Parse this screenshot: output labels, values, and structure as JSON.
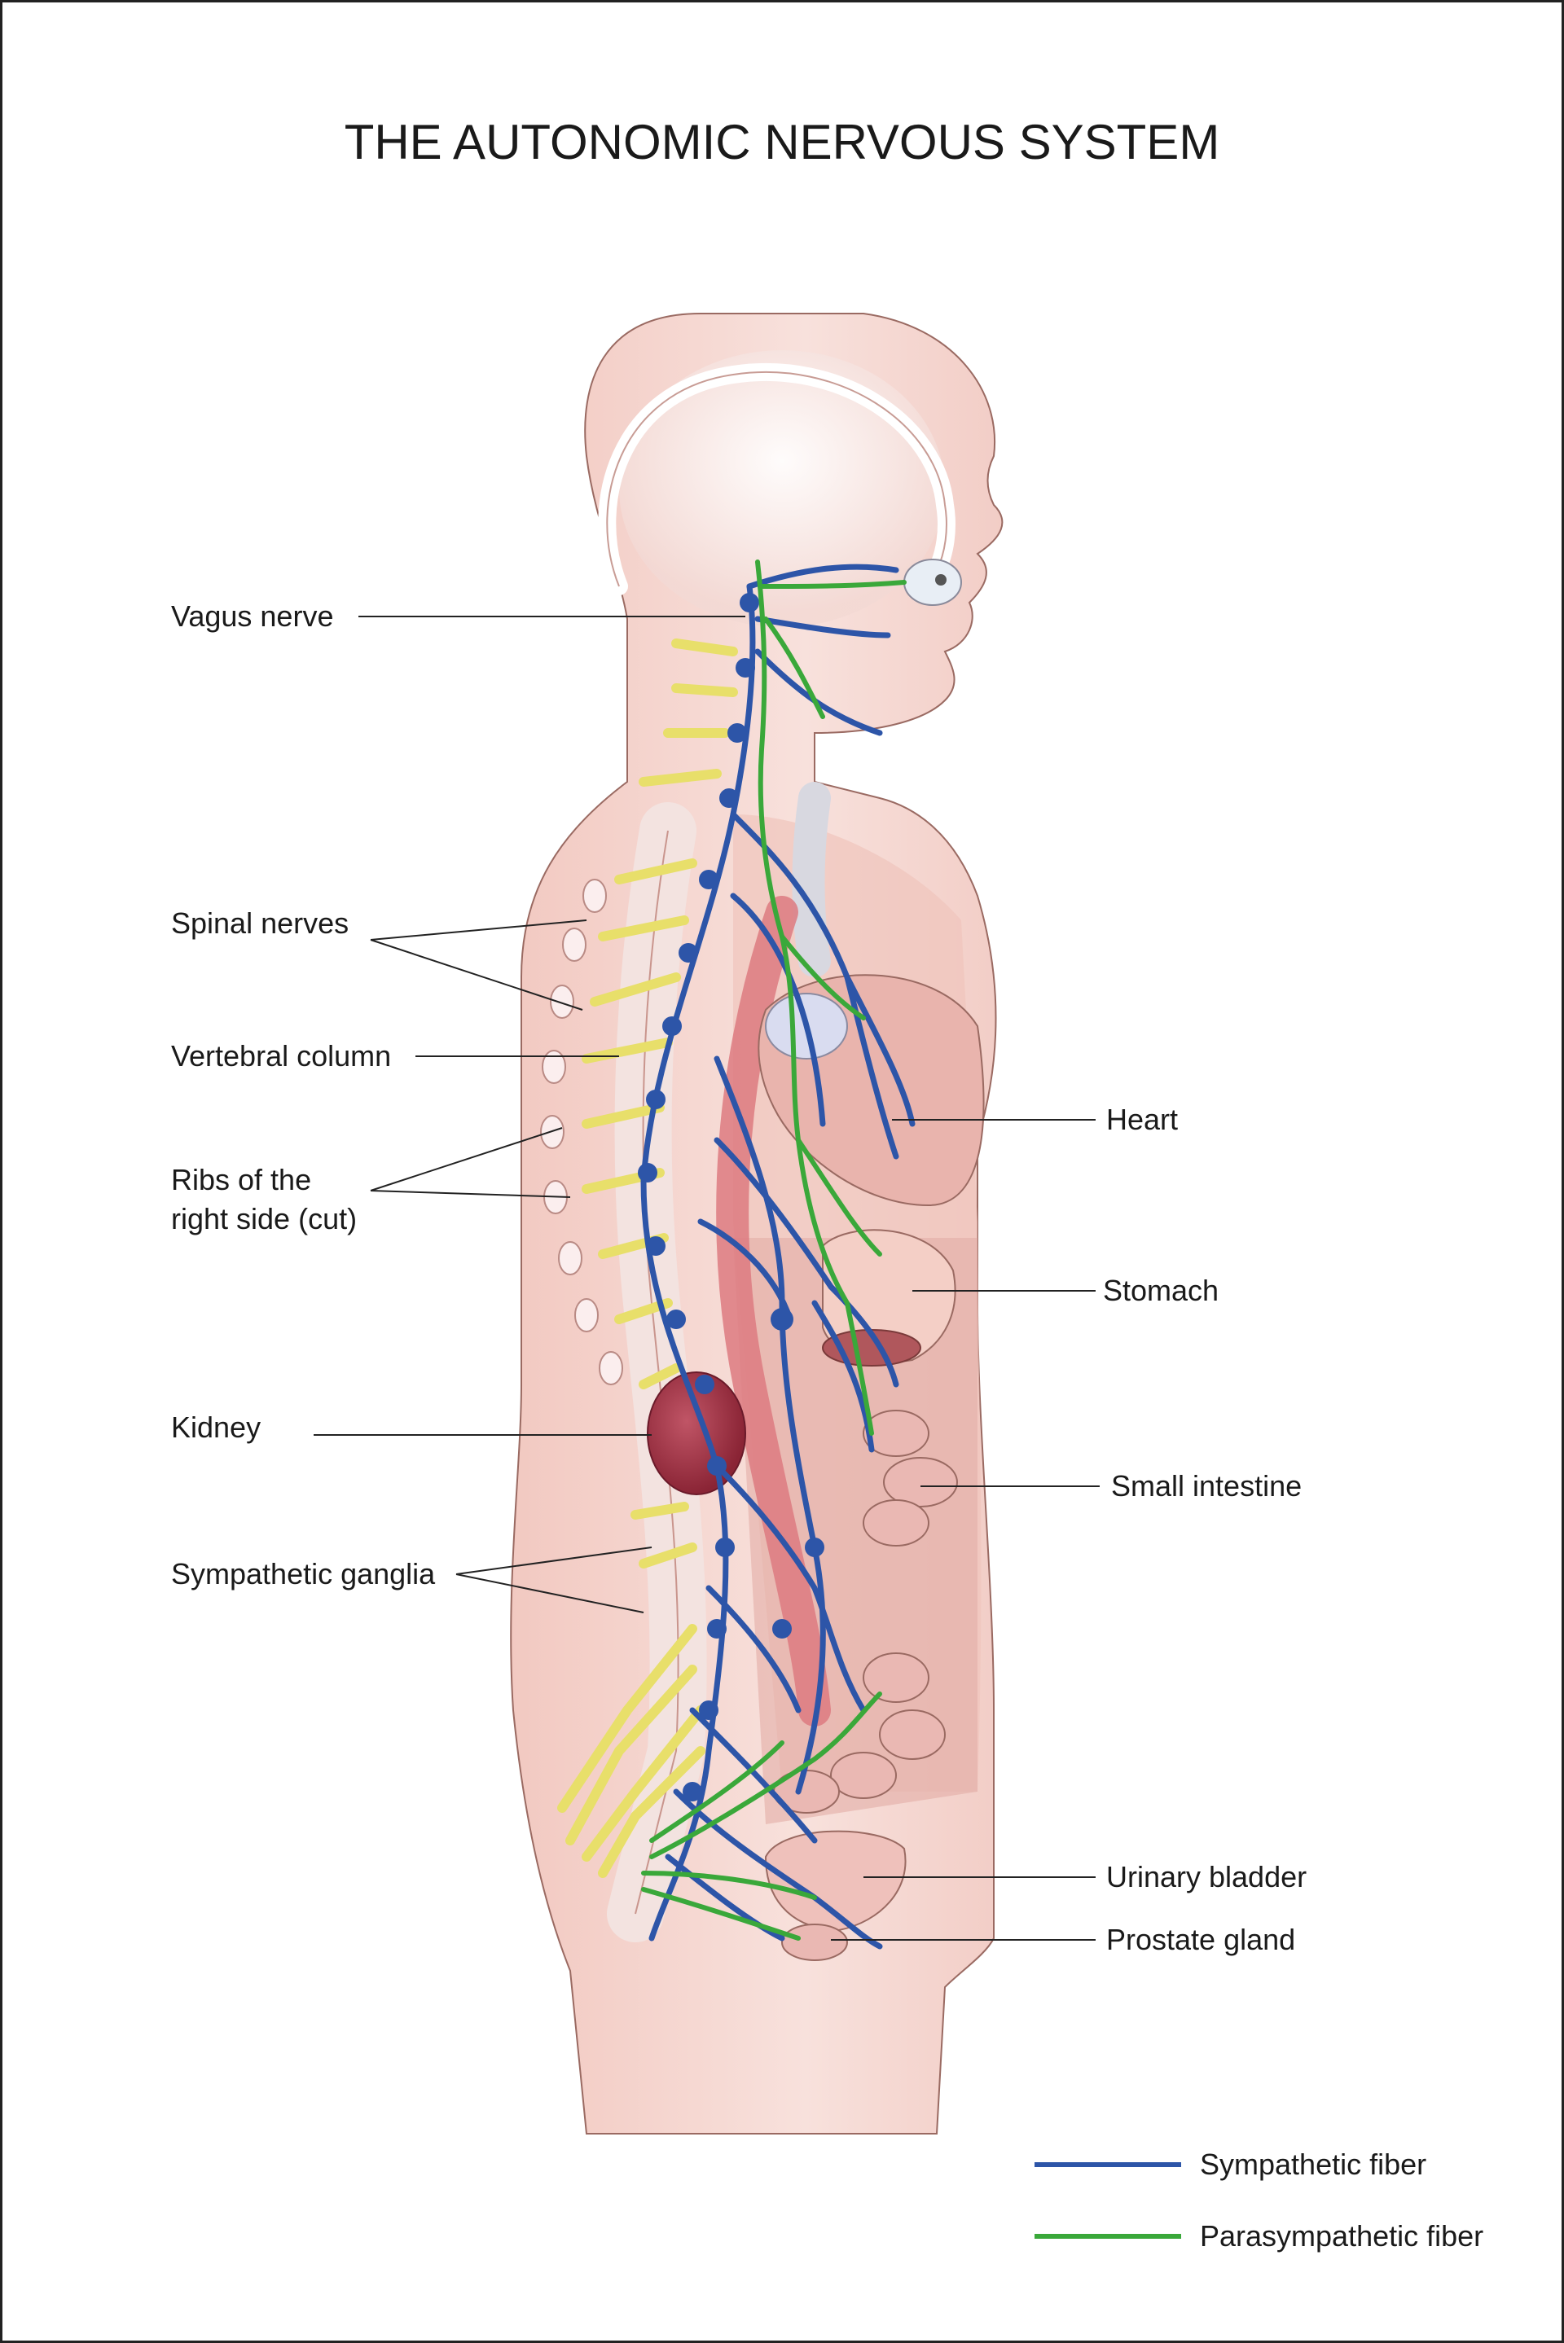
{
  "title": "THE AUTONOMIC NERVOUS SYSTEM",
  "labels": {
    "vagus_nerve": "Vagus nerve",
    "spinal_nerves": "Spinal nerves",
    "vertebral_column": "Vertebral column",
    "ribs_line1": "Ribs of the",
    "ribs_line2": "right side (cut)",
    "kidney": "Kidney",
    "sympathetic_ganglia": "Sympathetic ganglia",
    "heart": "Heart",
    "stomach": "Stomach",
    "small_intestine": "Small intestine",
    "urinary_bladder": "Urinary bladder",
    "prostate_gland": "Prostate gland"
  },
  "legend": {
    "sympathetic": {
      "label": "Sympathetic fiber",
      "color": "#2d55a8"
    },
    "parasympathetic": {
      "label": "Parasympathetic fiber",
      "color": "#3aa83a"
    }
  },
  "colors": {
    "skin": "#f7dcd6",
    "skin_outline": "#9a6a62",
    "organ": "#e9b4ad",
    "kidney": "#a8354a",
    "nerve_yellow": "#f2ec8a",
    "sympathetic": "#2d55a8",
    "parasympathetic": "#3aa83a"
  }
}
